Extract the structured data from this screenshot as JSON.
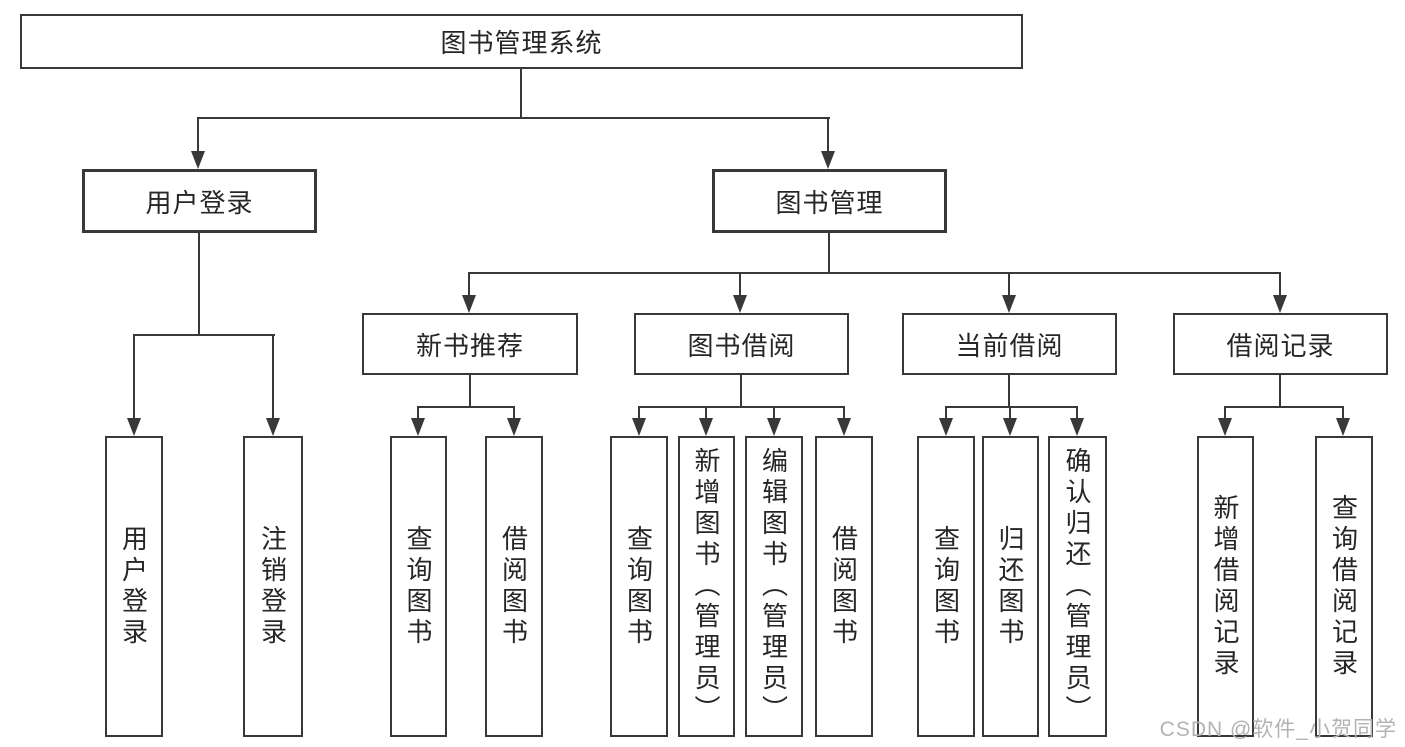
{
  "colors": {
    "line": "#383838",
    "text": "#262626",
    "watermark": "#b3b3b3",
    "background": "#ffffff"
  },
  "watermark": "CSDN @软件_小贺同学",
  "tree": {
    "root": {
      "label": "图书管理系统"
    },
    "user_login": {
      "label": "用户登录",
      "children": {
        "login": {
          "label": "用户登录"
        },
        "logout": {
          "label": "注销登录"
        }
      }
    },
    "book_mgmt": {
      "label": "图书管理",
      "children": {
        "new_books": {
          "label": "新书推荐",
          "children": {
            "query": {
              "label": "查询图书"
            },
            "borrow": {
              "label": "借阅图书"
            }
          }
        },
        "borrowing": {
          "label": "图书借阅",
          "children": {
            "query": {
              "label": "查询图书"
            },
            "add": {
              "label": "新增图书（管理员）"
            },
            "edit": {
              "label": "编辑图书（管理员）"
            },
            "borrow": {
              "label": "借阅图书"
            }
          }
        },
        "current": {
          "label": "当前借阅",
          "children": {
            "query": {
              "label": "查询图书"
            },
            "return": {
              "label": "归还图书"
            },
            "confirm": {
              "label": "确认归还（管理员）"
            }
          }
        },
        "records": {
          "label": "借阅记录",
          "children": {
            "add": {
              "label": "新增借阅记录"
            },
            "query": {
              "label": "查询借阅记录"
            }
          }
        }
      }
    }
  }
}
